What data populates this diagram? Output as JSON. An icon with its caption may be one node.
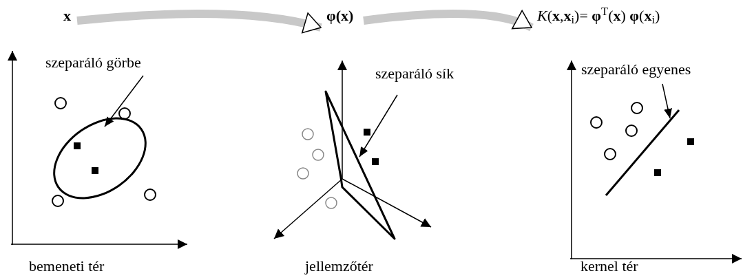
{
  "diagram": {
    "nodes": [
      {
        "text": [
          "x"
        ]
      },
      {
        "text": [
          "φ(x)"
        ]
      },
      {
        "text": [
          "*K*(**x**,**x**$_{i}$)= **φ**$^{T}$(**x**) **φ**(**x**$_{i}$)"
        ]
      },
      {
        "text": [
          "szeparáló görbe"
        ]
      },
      {
        "text": [],
        "shape": "ellipse"
      },
      {
        "text": [
          "szeparáló sík"
        ]
      },
      {
        "text": [],
        "shape": "plane"
      },
      {
        "text": [
          "szeparáló egyenes"
        ]
      },
      {
        "text": [],
        "shape": "line"
      }
    ],
    "edges": [
      {
        "from": 0,
        "to": 1,
        "arrow": "to",
        "style": "thick",
        "color": "#c8c8c8"
      },
      {
        "from": 1,
        "to": 2,
        "arrow": "to",
        "style": "thick",
        "color": "#c8c8c8"
      },
      {
        "from": 3,
        "to": 4,
        "arrow": "to"
      },
      {
        "from": 5,
        "to": 6,
        "arrow": "to"
      },
      {
        "from": 7,
        "to": 8,
        "arrow": "to"
      }
    ],
    "labels": [
      "bemeneti tér",
      "jellemzőtér",
      "kernel tér"
    ]
  }
}
